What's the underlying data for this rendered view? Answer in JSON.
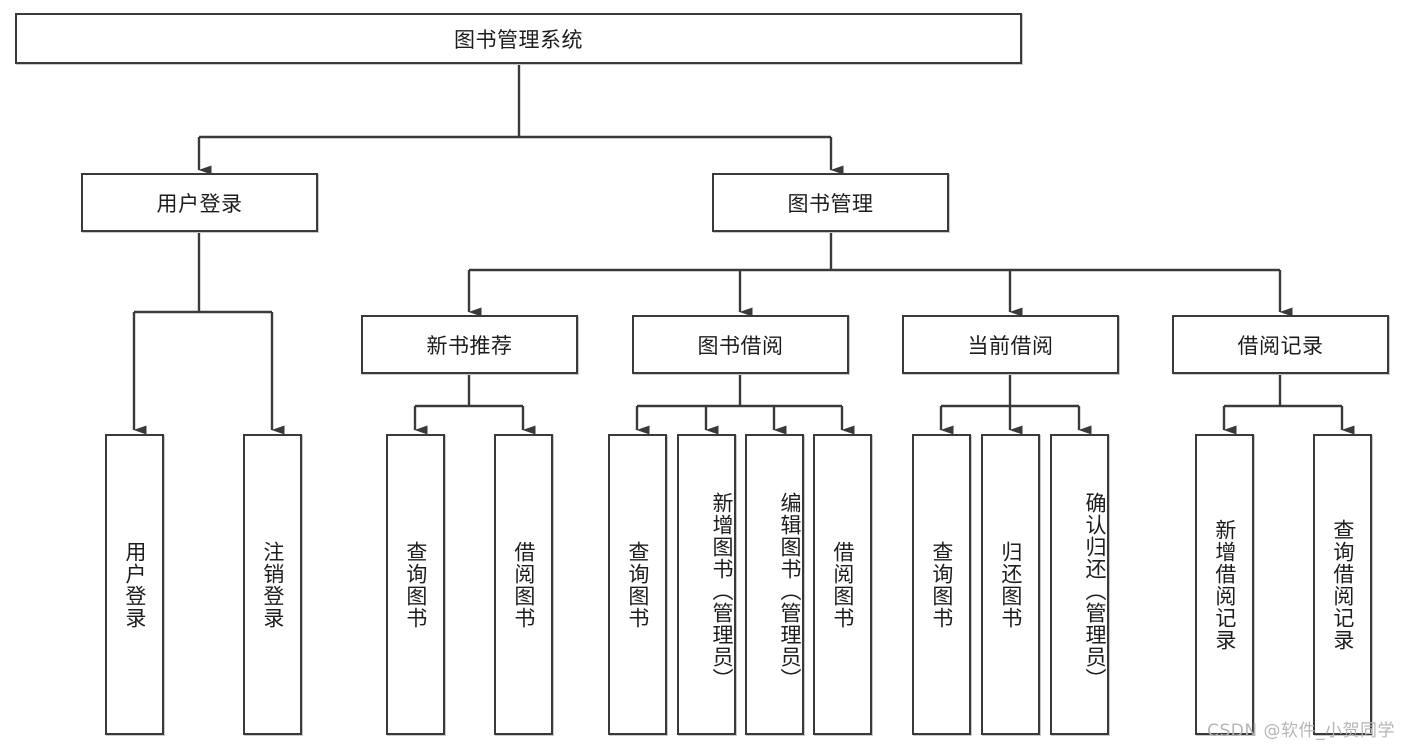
{
  "diagram": {
    "type": "tree",
    "title": "图书管理系统",
    "watermark": "CSDN @软件_小贺同学",
    "style": {
      "line_color": "#3a3a3a",
      "box_fill": "#ffffff",
      "text_color": "#1d1d1d",
      "watermark_color": "#b6b6b6"
    },
    "nodes": {
      "root": {
        "label": "图书管理系统",
        "level": 1,
        "orientation": "horizontal"
      },
      "user_login": {
        "label": "用户登录",
        "level": 2,
        "orientation": "horizontal"
      },
      "book_manage": {
        "label": "图书管理",
        "level": 2,
        "orientation": "horizontal"
      },
      "new_book_rec": {
        "label": "新书推荐",
        "level": 3,
        "orientation": "horizontal"
      },
      "book_borrow": {
        "label": "图书借阅",
        "level": 3,
        "orientation": "horizontal"
      },
      "current_borrow": {
        "label": "当前借阅",
        "level": 3,
        "orientation": "horizontal"
      },
      "borrow_record": {
        "label": "借阅记录",
        "level": 3,
        "orientation": "horizontal"
      },
      "leaf_user_login": {
        "label": "用户登录",
        "level": 4,
        "orientation": "vertical"
      },
      "leaf_logout": {
        "label": "注销登录",
        "level": 4,
        "orientation": "vertical"
      },
      "leaf_query_book_1": {
        "label": "查询图书",
        "level": 4,
        "orientation": "vertical"
      },
      "leaf_borrow_book_1": {
        "label": "借阅图书",
        "level": 4,
        "orientation": "vertical"
      },
      "leaf_query_book_2": {
        "label": "查询图书",
        "level": 4,
        "orientation": "vertical"
      },
      "leaf_add_book": {
        "label": "新增图书（管理员）",
        "level": 4,
        "orientation": "vertical"
      },
      "leaf_edit_book": {
        "label": "编辑图书（管理员）",
        "level": 4,
        "orientation": "vertical"
      },
      "leaf_borrow_book_2": {
        "label": "借阅图书",
        "level": 4,
        "orientation": "vertical"
      },
      "leaf_query_book_3": {
        "label": "查询图书",
        "level": 4,
        "orientation": "vertical"
      },
      "leaf_return_book": {
        "label": "归还图书",
        "level": 4,
        "orientation": "vertical"
      },
      "leaf_confirm_return": {
        "label": "确认归还（管理员）",
        "level": 4,
        "orientation": "vertical"
      },
      "leaf_add_record": {
        "label": "新增借阅记录",
        "level": 4,
        "orientation": "vertical"
      },
      "leaf_query_record": {
        "label": "查询借阅记录",
        "level": 4,
        "orientation": "vertical"
      }
    },
    "edges": [
      {
        "from": "root",
        "to": "user_login"
      },
      {
        "from": "root",
        "to": "book_manage"
      },
      {
        "from": "user_login",
        "to": "leaf_user_login"
      },
      {
        "from": "user_login",
        "to": "leaf_logout"
      },
      {
        "from": "book_manage",
        "to": "new_book_rec"
      },
      {
        "from": "book_manage",
        "to": "book_borrow"
      },
      {
        "from": "book_manage",
        "to": "current_borrow"
      },
      {
        "from": "book_manage",
        "to": "borrow_record"
      },
      {
        "from": "new_book_rec",
        "to": "leaf_query_book_1"
      },
      {
        "from": "new_book_rec",
        "to": "leaf_borrow_book_1"
      },
      {
        "from": "book_borrow",
        "to": "leaf_query_book_2"
      },
      {
        "from": "book_borrow",
        "to": "leaf_add_book"
      },
      {
        "from": "book_borrow",
        "to": "leaf_edit_book"
      },
      {
        "from": "book_borrow",
        "to": "leaf_borrow_book_2"
      },
      {
        "from": "current_borrow",
        "to": "leaf_query_book_3"
      },
      {
        "from": "current_borrow",
        "to": "leaf_return_book"
      },
      {
        "from": "current_borrow",
        "to": "leaf_confirm_return"
      },
      {
        "from": "borrow_record",
        "to": "leaf_add_record"
      },
      {
        "from": "borrow_record",
        "to": "leaf_query_record"
      }
    ]
  }
}
